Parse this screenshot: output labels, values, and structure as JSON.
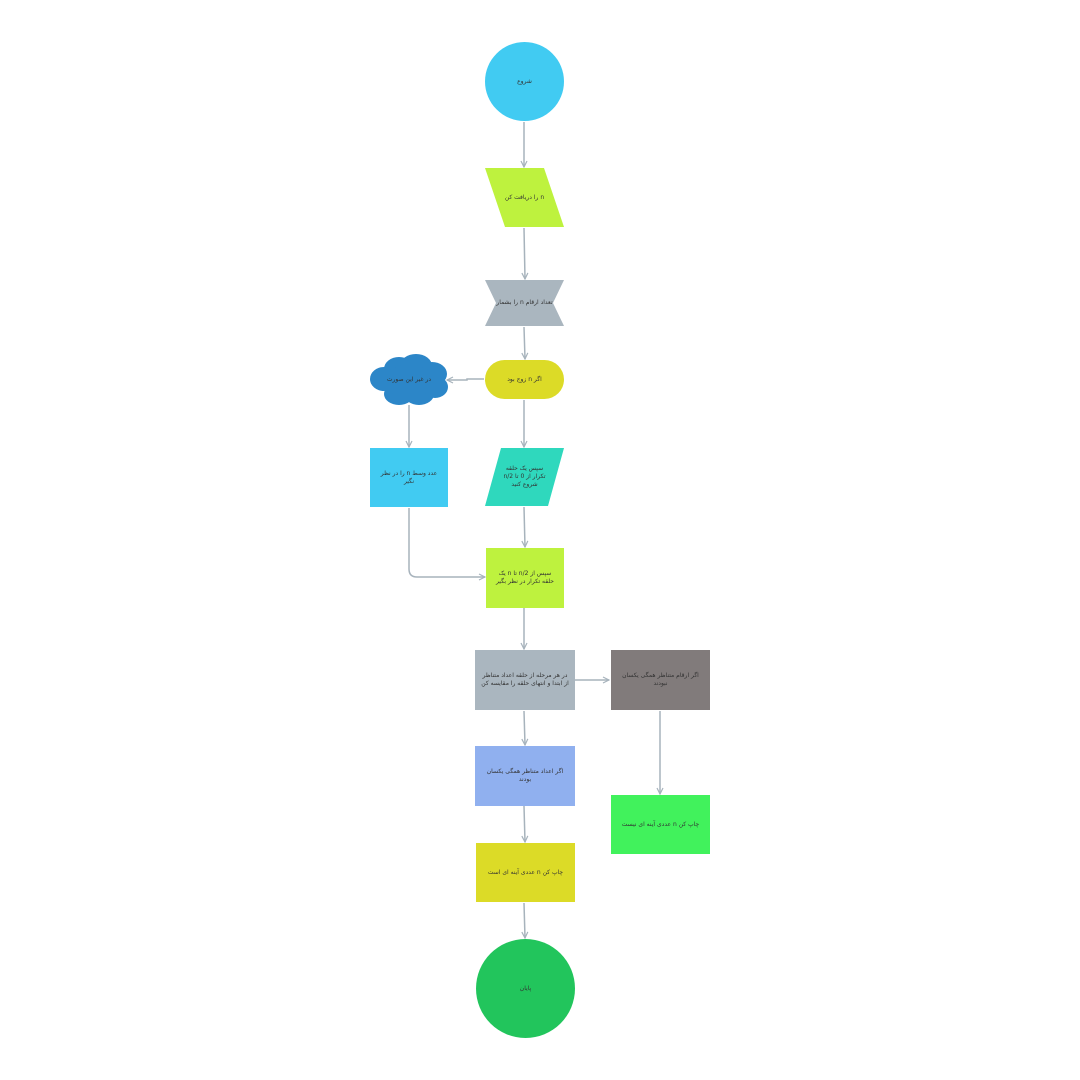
{
  "colors": {
    "connector": "#a7b3bc",
    "start": "#41cbf2",
    "input": "#bef23e",
    "count": "#aab6bf",
    "if_even": "#dcdb27",
    "otherwise": "#2c86c8",
    "loop_start": "#2fd8bd",
    "middle_digit": "#41cbf2",
    "loop_range": "#bef23e",
    "compare": "#aab6bf",
    "digits_equal": "#817b7b",
    "not_palindrome": "#41f25c",
    "elements_equal": "#90b0ef",
    "is_palindrome": "#dcdb27",
    "end": "#22c55c"
  },
  "nodes": {
    "start": "شروع",
    "input": "n را دریافت کن",
    "count_digits": "تعداد ارقام n را بشمار",
    "if_even": "اگر n زوج بود",
    "otherwise": "در غیر این صورت",
    "loop_start": "سپس یک حلقه تکرار از 0 تا n/2 شروع کنید",
    "middle_digit": "عدد وسط n را در نظر نگیر",
    "loop_range": "سپس از n/2 تا n یک حلقه تکرار در نظر بگیر",
    "compare": "در هر مرحله از حلقه اعداد متناظر از ابتدا و انتهای حلقه را مقایسه کن",
    "digits_equal": "اگر ارقام متناظر همگی یکسان نبودند",
    "not_palindrome": "چاپ کن n عددی آینه ای نیست",
    "elements_equal": "اگر اعداد متناظر همگی یکسان بودند",
    "is_palindrome": "چاپ کن n عددی آینه ای است",
    "end": "پایان"
  }
}
